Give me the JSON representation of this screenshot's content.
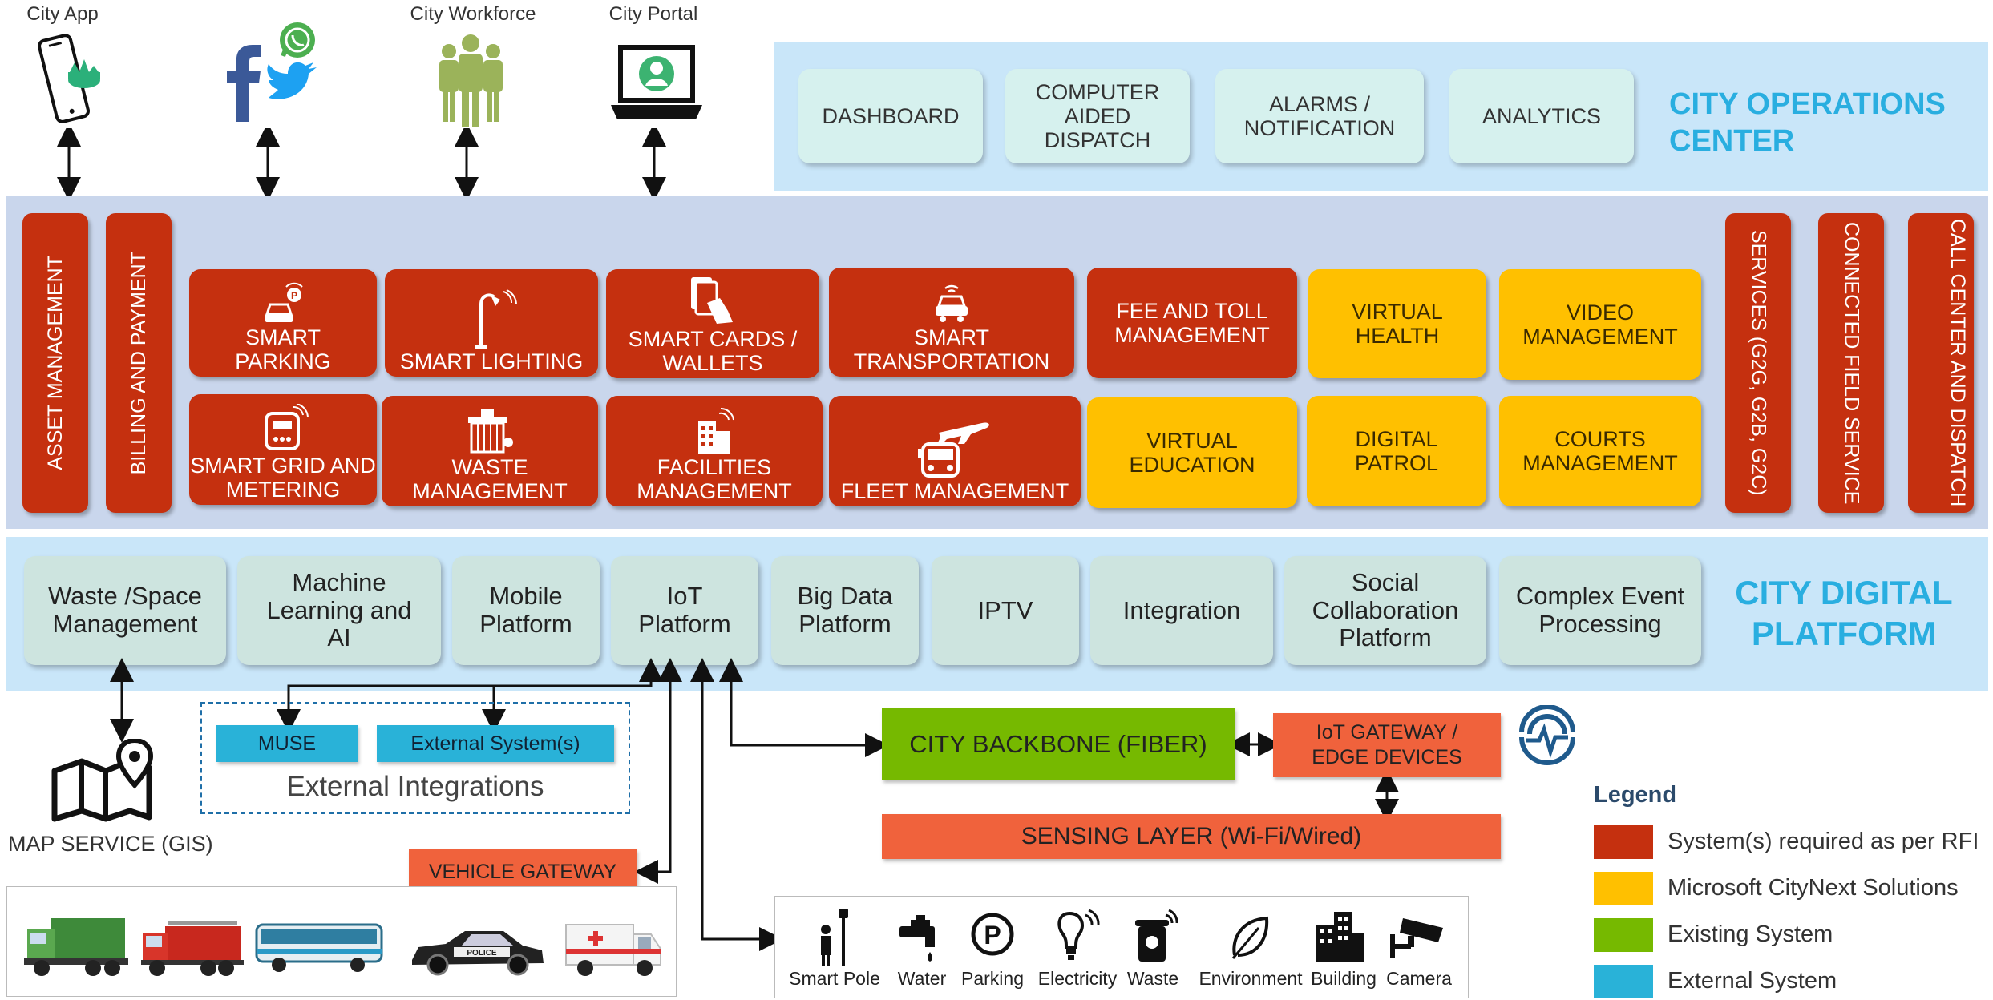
{
  "top_channels": [
    {
      "label": "City App",
      "icon": "smartphone-app-icon"
    },
    {
      "label": "",
      "icon": "social-media-icons"
    },
    {
      "label": "City Workforce",
      "icon": "workforce-people-icon"
    },
    {
      "label": "City Portal",
      "icon": "laptop-portal-icon"
    }
  ],
  "operations_center": {
    "title": "CITY OPERATIONS CENTER",
    "items": [
      "DASHBOARD",
      "COMPUTER AIDED DISPATCH",
      "ALARMS / NOTIFICATION",
      "ANALYTICS"
    ]
  },
  "services": {
    "left_vertical": [
      "ASSET MANAGEMENT",
      "BILLING AND PAYMENT"
    ],
    "right_vertical": [
      "SERVICES (G2G, G2B, G2C)",
      "CONNECTED FIELD SERVICE",
      "CALL CENTER AND DISPATCH"
    ],
    "tiles": [
      {
        "label": "SMART PARKING",
        "kind": "red",
        "icon": "car-parking-icon"
      },
      {
        "label": "SMART LIGHTING",
        "kind": "red",
        "icon": "street-light-icon"
      },
      {
        "label": "SMART CARDS / WALLETS",
        "kind": "red",
        "icon": "smart-card-icon"
      },
      {
        "label": "SMART TRANSPORTATION",
        "kind": "red",
        "icon": "connected-car-icon"
      },
      {
        "label": "FEE AND TOLL MANAGEMENT",
        "kind": "red",
        "icon": ""
      },
      {
        "label": "VIRTUAL HEALTH",
        "kind": "gold",
        "icon": ""
      },
      {
        "label": "VIDEO MANAGEMENT",
        "kind": "gold",
        "icon": ""
      },
      {
        "label": "SMART GRID AND METERING",
        "kind": "red",
        "icon": "smart-meter-icon"
      },
      {
        "label": "WASTE MANAGEMENT",
        "kind": "red",
        "icon": "waste-bin-icon"
      },
      {
        "label": "FACILITIES MANAGEMENT",
        "kind": "red",
        "icon": "building-icon"
      },
      {
        "label": "FLEET MANAGEMENT",
        "kind": "red",
        "icon": "plane-bus-icon"
      },
      {
        "label": "VIRTUAL EDUCATION",
        "kind": "gold",
        "icon": ""
      },
      {
        "label": "DIGITAL PATROL",
        "kind": "gold",
        "icon": ""
      },
      {
        "label": "COURTS MANAGEMENT",
        "kind": "gold",
        "icon": ""
      }
    ]
  },
  "digital_platform": {
    "title": "CITY DIGITAL PLATFORM",
    "items": [
      "Waste /Space Management",
      "Machine Learning and AI",
      "Mobile Platform",
      "IoT Platform",
      "Big Data Platform",
      "IPTV",
      "Integration",
      "Social Collaboration Platform",
      "Complex Event Processing"
    ]
  },
  "bottom": {
    "map_service": "MAP SERVICE (GIS)",
    "muse": "MUSE",
    "external_systems": "External System(s)",
    "external_integrations": "External Integrations",
    "vehicle_gateway": "VEHICLE GATEWAY",
    "city_backbone": "CITY BACKBONE (FIBER)",
    "iot_gateway": "IoT GATEWAY / EDGE DEVICES",
    "sensing_layer": "SENSING LAYER (Wi-Fi/Wired)",
    "sensors": [
      "Smart Pole",
      "Water",
      "Parking",
      "Electricity",
      "Waste",
      "Environment",
      "Building",
      "Camera"
    ],
    "vehicles": [
      "garbage-truck-icon",
      "fire-truck-icon",
      "bus-icon",
      "police-car-icon",
      "ambulance-icon"
    ]
  },
  "legend": {
    "title": "Legend",
    "items": [
      {
        "label": "System(s) required as per RFI",
        "color": "#c5300f"
      },
      {
        "label": "Microsoft CityNext Solutions",
        "color": "#ffc000"
      },
      {
        "label": "Existing System",
        "color": "#76b900"
      },
      {
        "label": "External System",
        "color": "#29b2d8"
      }
    ]
  },
  "colors": {
    "required": "#c5300f",
    "citynext": "#ffc000",
    "existing": "#76b900",
    "external": "#29b2d8",
    "orange": "#f0623c",
    "band_light": "#c9e6f9",
    "band_mid": "#c9d6ec",
    "title_blue": "#29aee0"
  }
}
